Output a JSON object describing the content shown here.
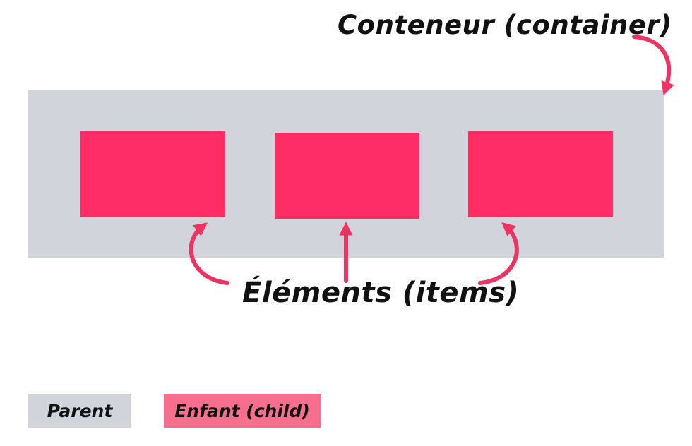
{
  "diagram": {
    "container_label": "Conteneur (container)",
    "items_label": "Éléments (items)",
    "container_item_count": 3
  },
  "legend": {
    "parent": {
      "label": "Parent",
      "color": "#d1d5db"
    },
    "child": {
      "label": "Enfant (child)",
      "color": "#f66f8d"
    }
  },
  "colors": {
    "container": "#d1d5db",
    "item": "#ff2d63",
    "arrow": "#ee3362",
    "text": "#111111"
  }
}
